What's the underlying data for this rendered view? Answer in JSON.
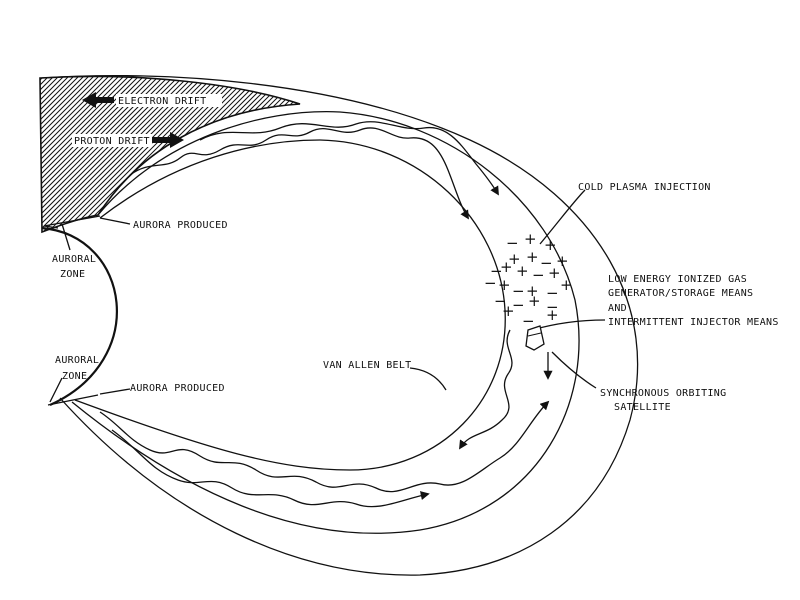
{
  "labels": {
    "electron_drift": "ELECTRON DRIFT",
    "proton_drift": "PROTON DRIFT",
    "aurora_produced_top": "AURORA PRODUCED",
    "auroral_zone_top_1": "AURORAL",
    "auroral_zone_top_2": "ZONE",
    "auroral_zone_bottom_1": "AURORAL",
    "auroral_zone_bottom_2": "ZONE",
    "aurora_produced_bottom": "AURORA PRODUCED",
    "van_allen_belt": "VAN ALLEN BELT",
    "cold_plasma_injection": "COLD PLASMA INJECTION",
    "gas_generator_1": "LOW ENERGY IONIZED GAS",
    "gas_generator_2": "GENERATOR/STORAGE MEANS",
    "gas_generator_3": "AND",
    "gas_generator_4": "INTERMITTENT INJECTOR MEANS",
    "satellite_1": "SYNCHRONOUS ORBITING",
    "satellite_2": "SATELLITE"
  },
  "symbols": {
    "plus": "+",
    "minus": "−"
  },
  "plasma_cloud": [
    {
      "s": "minus"
    },
    {
      "s": "plus"
    },
    {
      "s": "plus"
    },
    {
      "s": "plus"
    },
    {
      "s": "plus"
    },
    {
      "s": "minus"
    },
    {
      "s": "plus"
    },
    {
      "s": "minus"
    },
    {
      "s": "plus"
    },
    {
      "s": "plus"
    },
    {
      "s": "minus"
    },
    {
      "s": "plus"
    },
    {
      "s": "minus"
    },
    {
      "s": "plus"
    },
    {
      "s": "minus"
    },
    {
      "s": "plus"
    },
    {
      "s": "minus"
    },
    {
      "s": "plus"
    },
    {
      "s": "minus"
    },
    {
      "s": "minus"
    },
    {
      "s": "plus"
    },
    {
      "s": "minus"
    },
    {
      "s": "plus"
    },
    {
      "s": "minus"
    },
    {
      "s": "plus"
    }
  ]
}
